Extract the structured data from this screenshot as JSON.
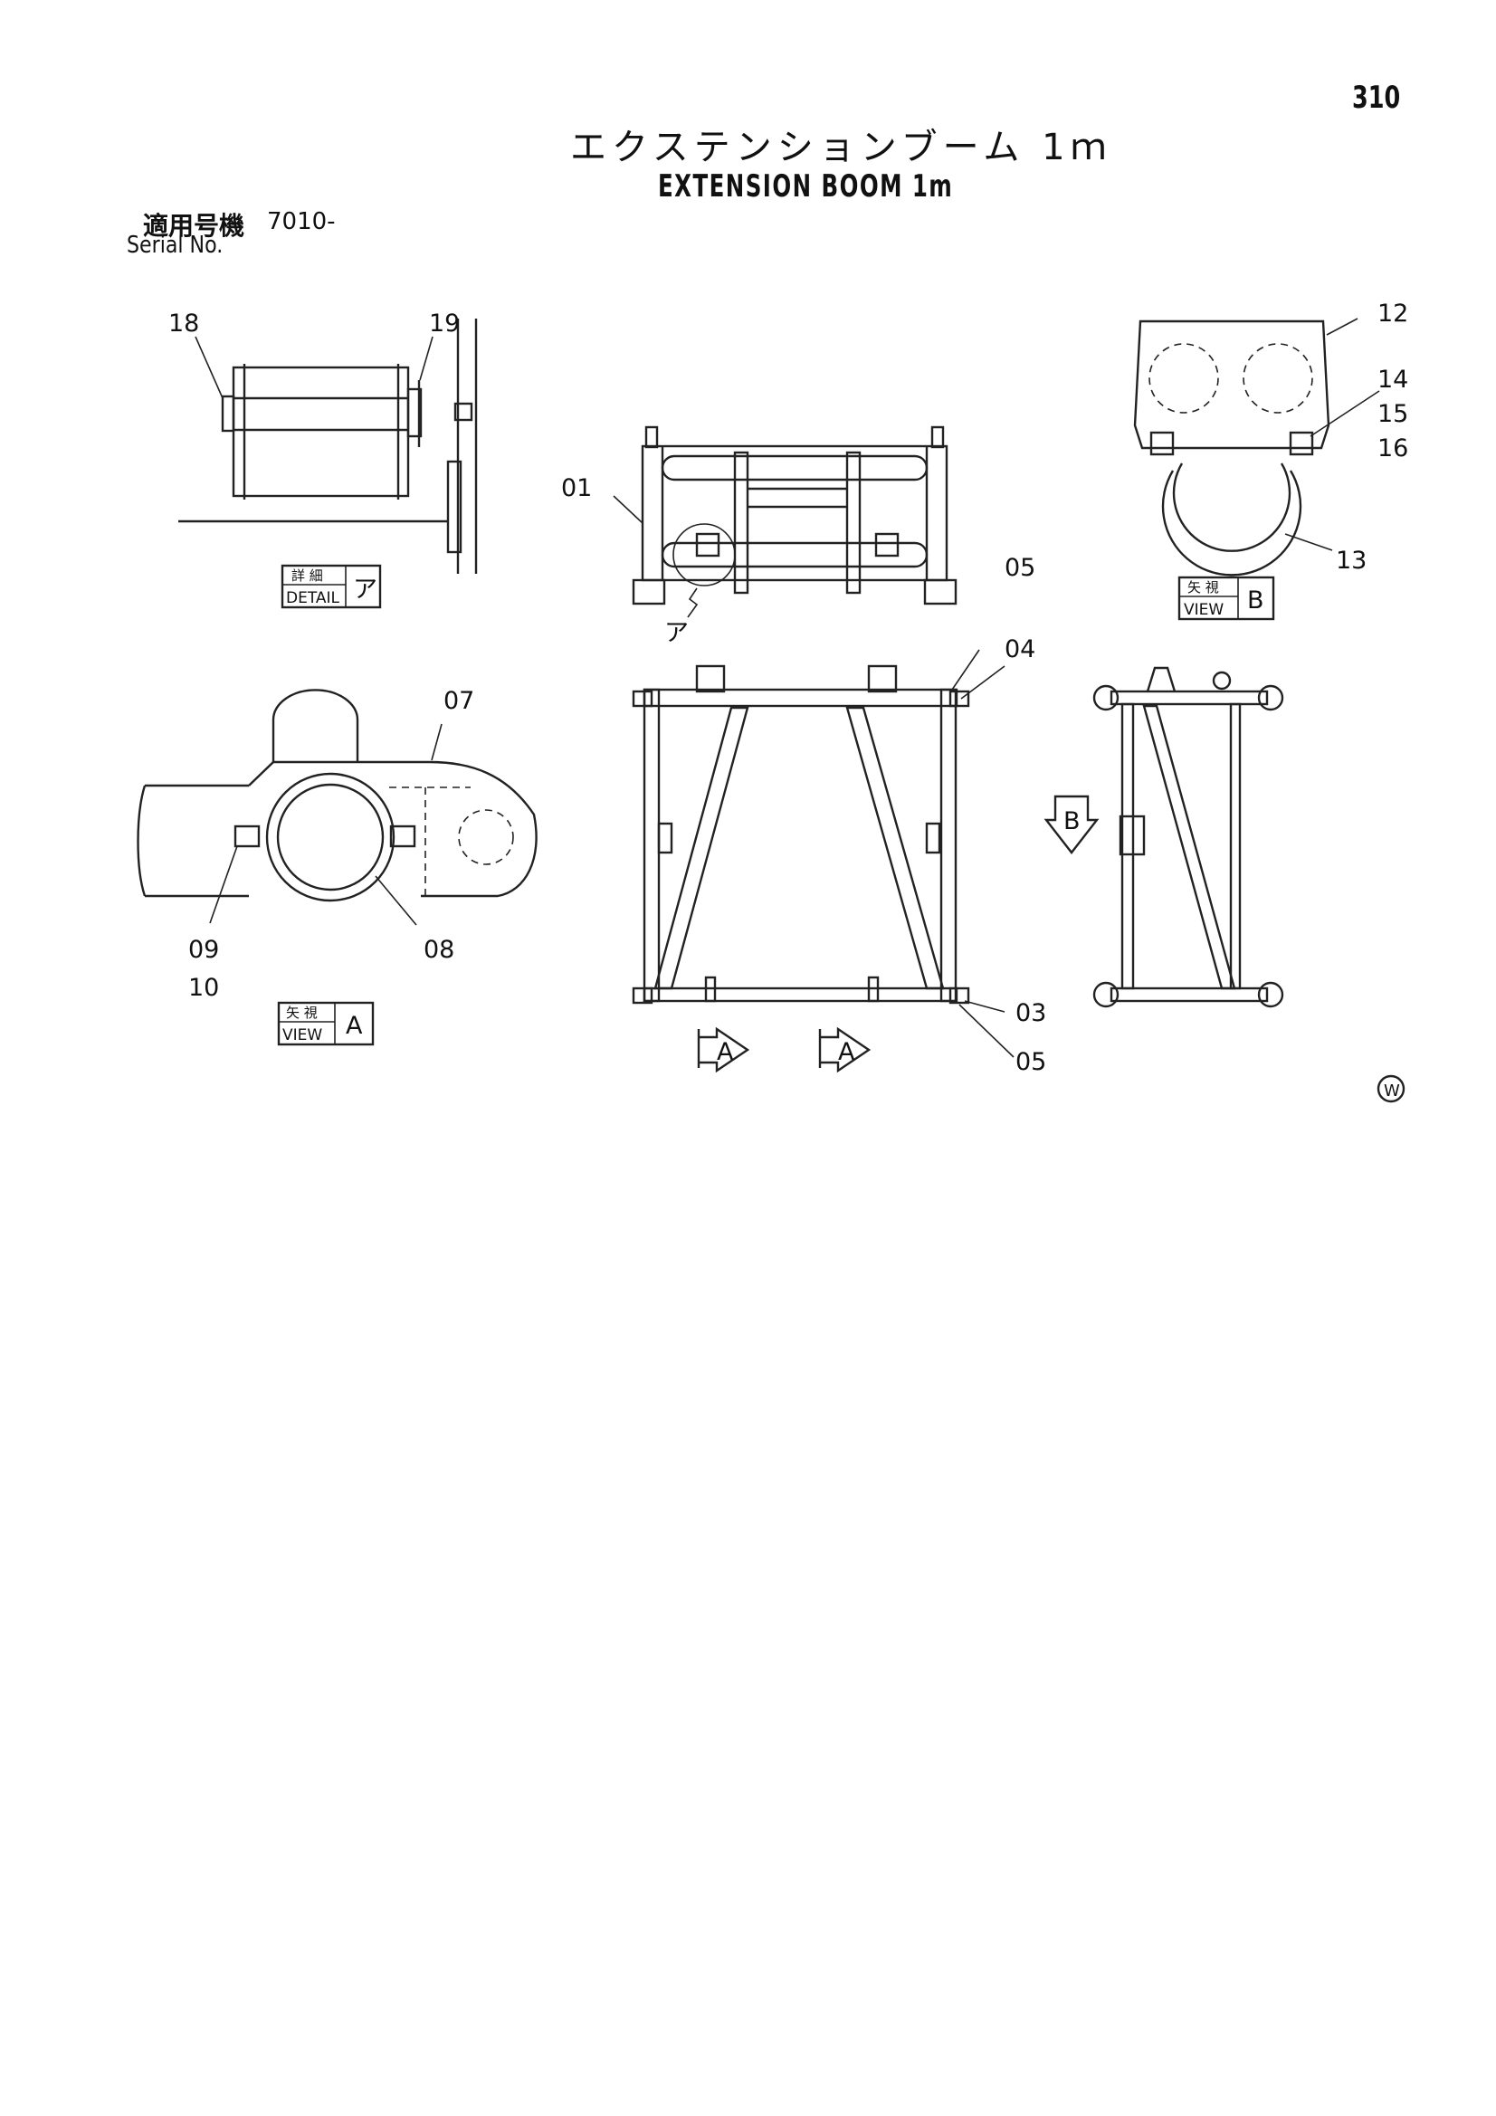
{
  "page_number": "310",
  "title_ja": "エクステンションブーム 1ｍ",
  "title_en": "EXTENSION BOOM 1m",
  "serial": {
    "label_ja": "適用号機",
    "value": "7010-",
    "label_en": "Serial No."
  },
  "boxes": {
    "detail_a": {
      "ja": "詳 細",
      "en": "DETAIL",
      "mark": "ア"
    },
    "view_b": {
      "ja": "矢 視",
      "en": "VIEW",
      "mark": "B"
    },
    "view_a": {
      "ja": "矢 視",
      "en": "VIEW",
      "mark": "A"
    }
  },
  "marks": {
    "detail_pointer": "ア",
    "arrow_a": "A",
    "arrow_b": "B",
    "corner_logo": "W"
  },
  "callouts": {
    "p01": "01",
    "p03": "03",
    "p04": "04",
    "p05": "05",
    "p07": "07",
    "p08": "08",
    "p09": "09",
    "p10": "10",
    "p12": "12",
    "p13": "13",
    "p14": "14",
    "p15": "15",
    "p16": "16",
    "p18": "18",
    "p19": "19"
  }
}
